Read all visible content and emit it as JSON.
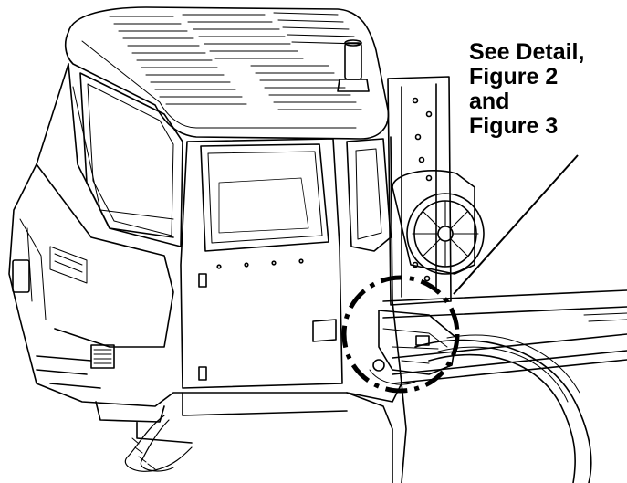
{
  "callout": {
    "lines": [
      "See Detail,",
      "Figure 2",
      "and",
      "Figure 3"
    ]
  },
  "colors": {
    "ink": "#000000",
    "paper": "#ffffff"
  },
  "figure": {
    "subject": "truck cab and chassis line drawing"
  }
}
